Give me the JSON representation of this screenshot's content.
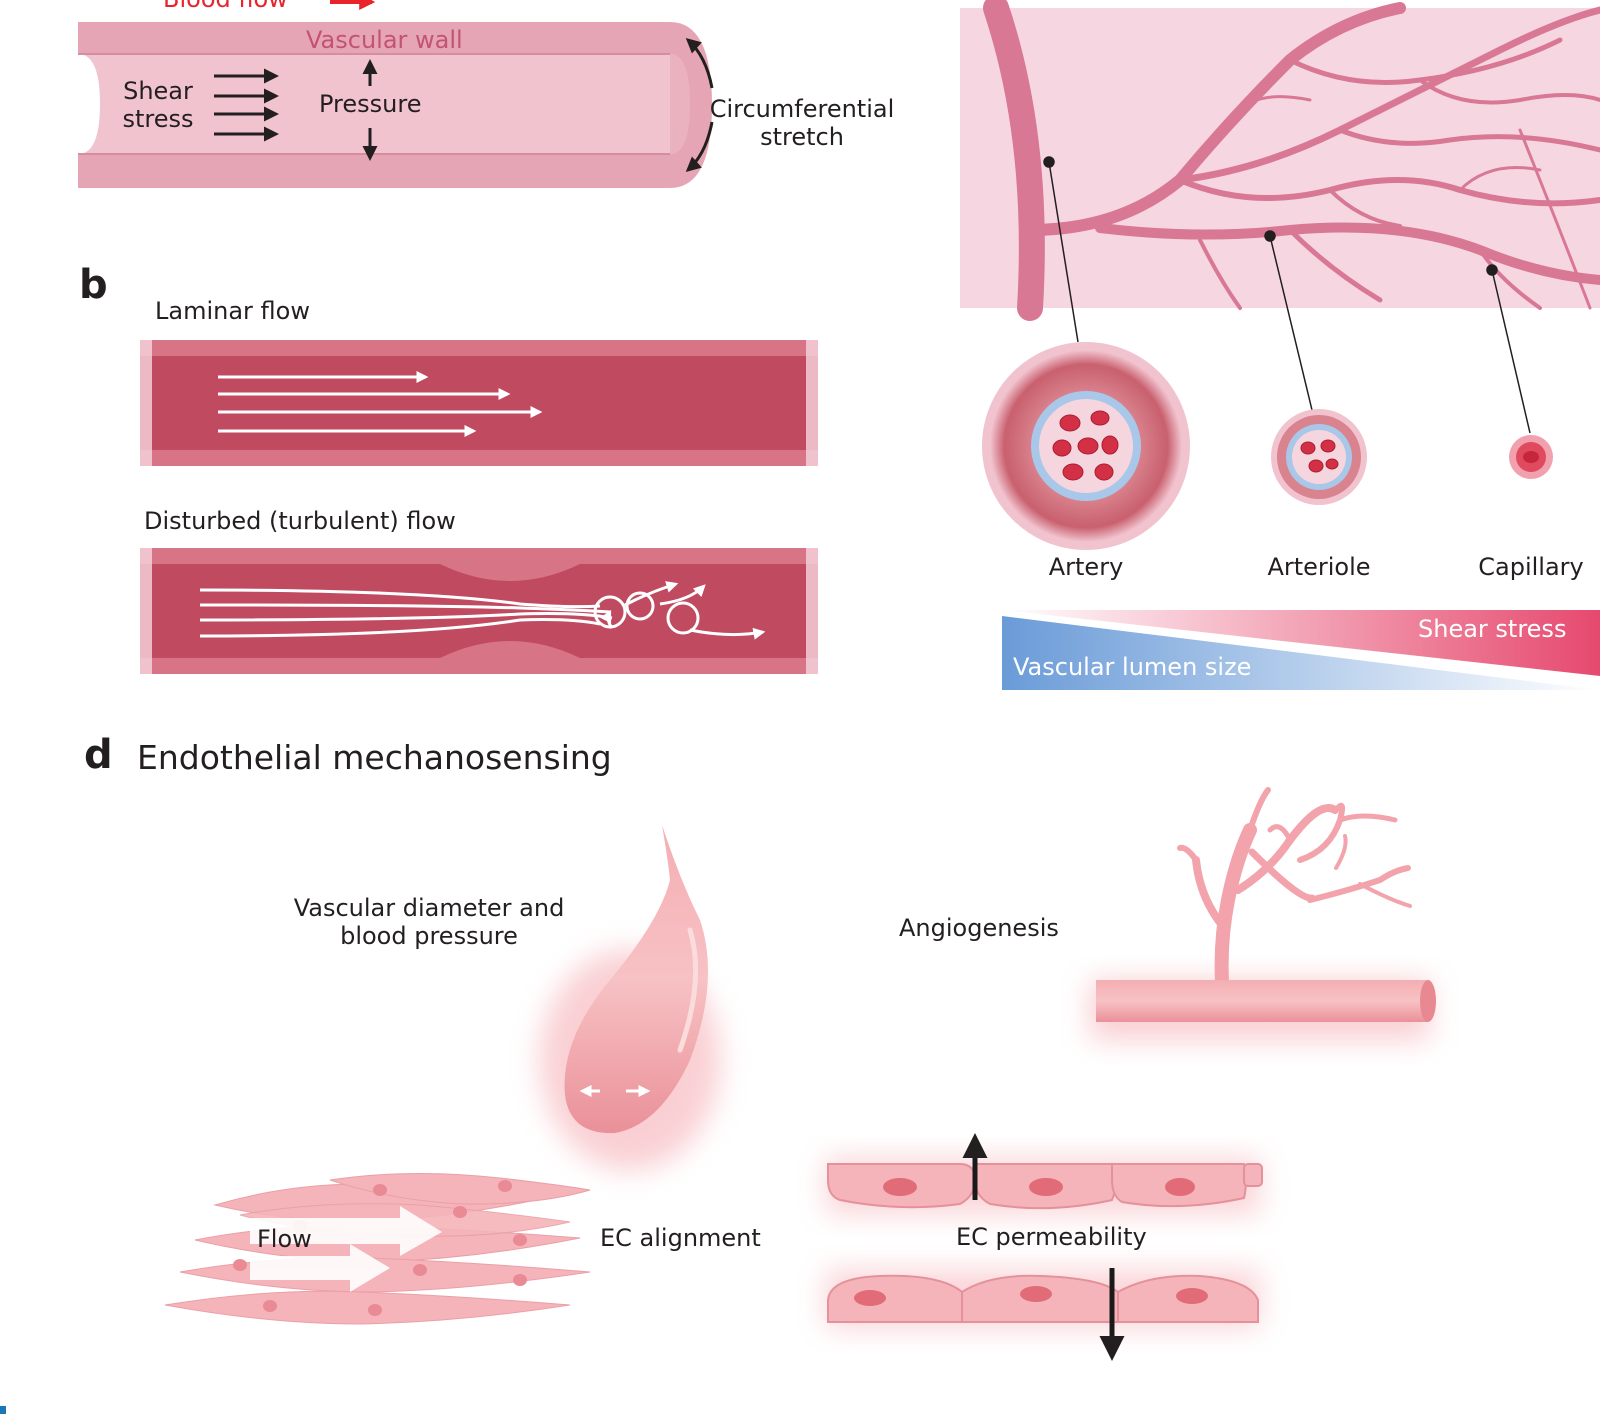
{
  "colors": {
    "vessel_wall": "#e6a5b5",
    "vessel_lumen": "#f1c3cf",
    "blood": "#c04a60",
    "blood_edge": "#d77486",
    "network_bg": "#f6d7e1",
    "network_vessel": "#d97894",
    "rbc": "#d33045",
    "endothelium": "#a9c7e8",
    "shear_gradient": "#e6496e",
    "lumen_gradient": "#6a9bd8",
    "tissue_pink": "#f2a3ab",
    "flow_red": "#e8232c"
  },
  "panel_a": {
    "blood_flow_label": "Blood flow",
    "vascular_wall_label": "Vascular wall",
    "shear_stress_label": [
      "Shear",
      "stress"
    ],
    "pressure_label": "Pressure",
    "circumferential_stretch_label": [
      "Circumferential",
      "stretch"
    ]
  },
  "panel_b": {
    "letter": "b",
    "laminar_label": "Laminar flow",
    "disturbed_label": "Disturbed (turbulent) flow"
  },
  "panel_c": {
    "vessels": [
      "Artery",
      "Arteriole",
      "Capillary"
    ],
    "shear_stress_label": "Shear stress",
    "lumen_size_label": "Vascular lumen size"
  },
  "panel_d": {
    "letter": "d",
    "title": "Endothelial mechanosensing",
    "diameter_label": [
      "Vascular diameter and",
      "blood pressure"
    ],
    "angiogenesis_label": "Angiogenesis",
    "flow_label": "Flow",
    "alignment_label": "EC alignment",
    "permeability_label": "EC permeability"
  }
}
